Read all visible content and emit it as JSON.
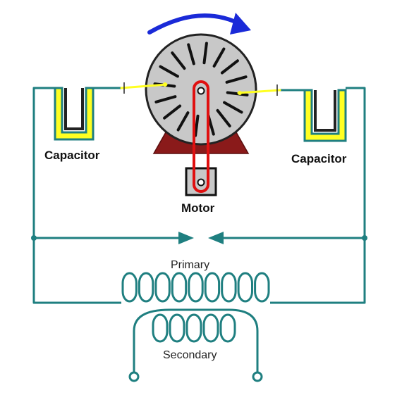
{
  "labels": {
    "capacitor_left": "Capacitor",
    "capacitor_right": "Capacitor",
    "motor": "Motor",
    "primary": "Primary",
    "secondary": "Secondary"
  },
  "colors": {
    "wire": "#1f7f80",
    "capacitor_fill": "#ffff22",
    "capacitor_outline": "#222222",
    "motor_disk": "#c8c8c8",
    "motor_base": "#8a1a1a",
    "crank": "#e01010",
    "rotation_arrow": "#1a2ad8",
    "lead": "#ffff22"
  },
  "icons": {
    "rotation": "curved-arrow-clockwise",
    "current_direction": "triangle-arrows"
  }
}
